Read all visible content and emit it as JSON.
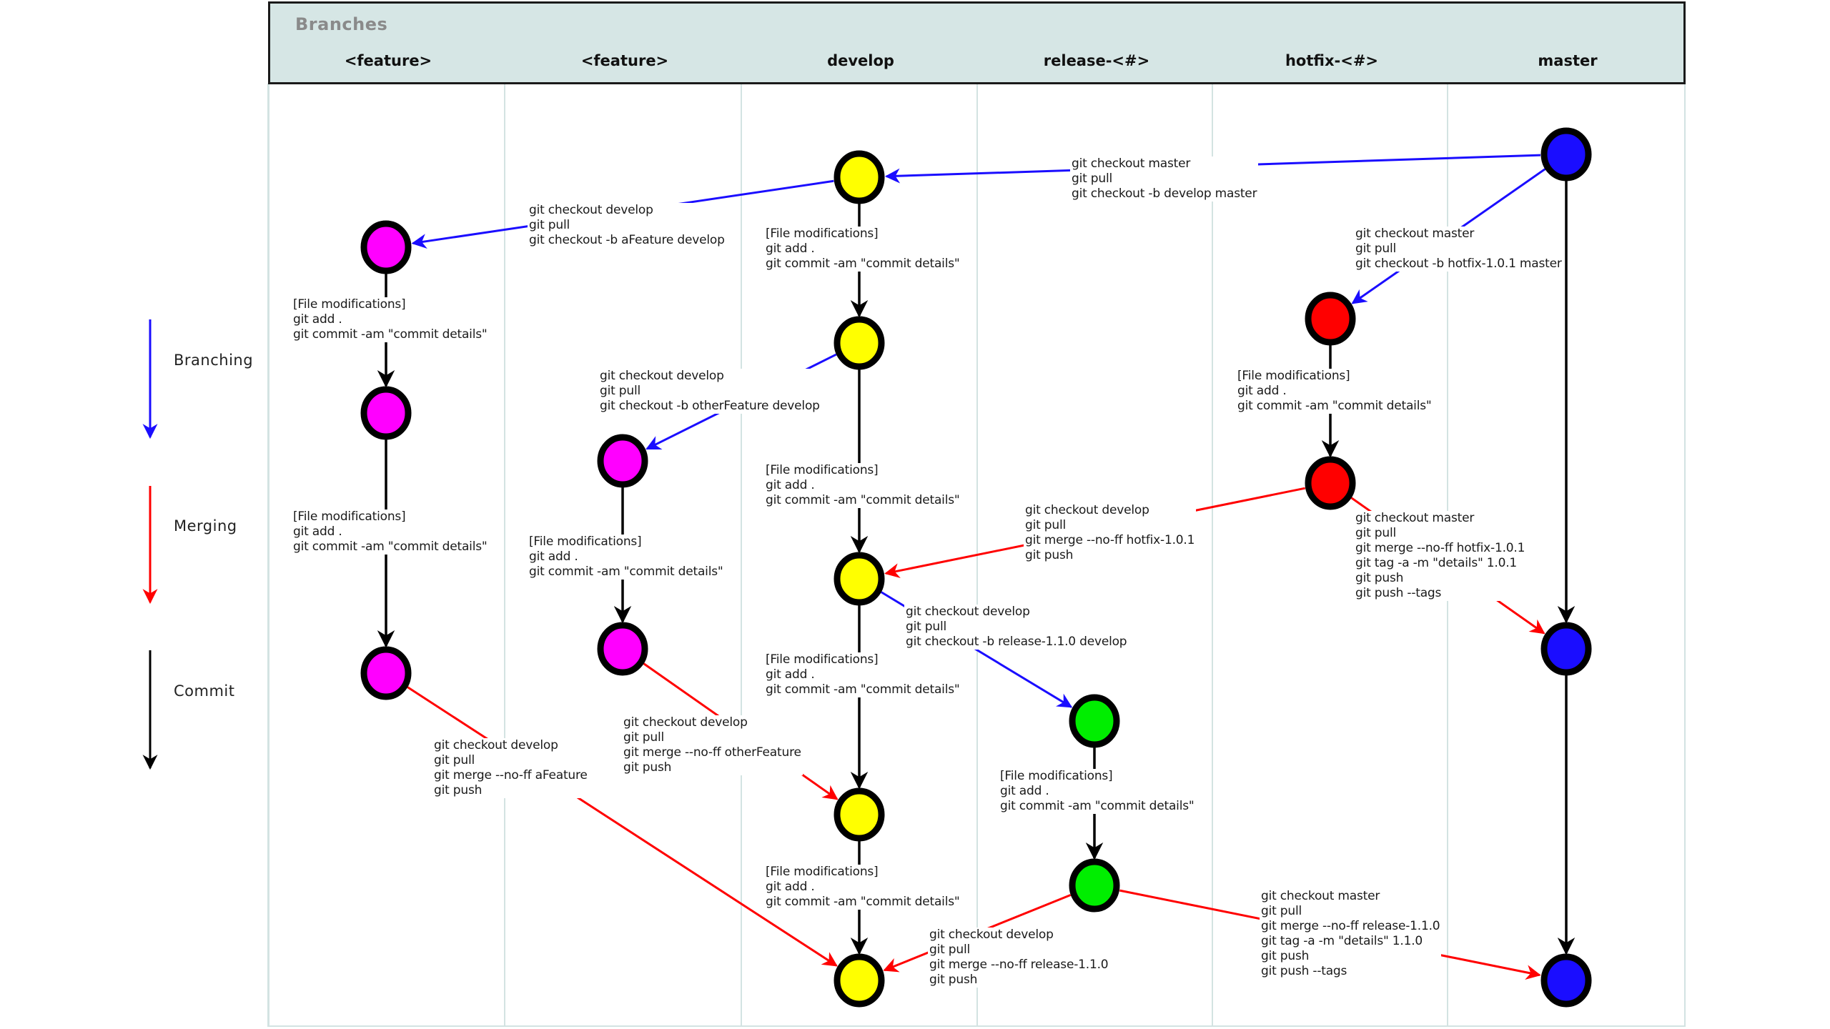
{
  "header": {
    "title": "Branches",
    "columns": [
      "<feature>",
      "<feature>",
      "develop",
      "release-<#>",
      "hotfix-<#>",
      "master"
    ]
  },
  "legend": [
    {
      "label": "Branching",
      "color": "#1a0dff"
    },
    {
      "label": "Merging",
      "color": "#ff0000"
    },
    {
      "label": "Commit",
      "color": "#000000"
    }
  ],
  "colors": {
    "feature": "#ff00ff",
    "develop": "#ffff00",
    "release": "#00ee00",
    "hotfix": "#ff0000",
    "master": "#1a0dff",
    "branching": "#1a0dff",
    "merging": "#ff0000",
    "commit": "#000000"
  },
  "nodes": [
    {
      "id": "m1",
      "branch": 5,
      "color": "master"
    },
    {
      "id": "d1",
      "branch": 2,
      "color": "develop"
    },
    {
      "id": "f1",
      "branch": 0,
      "color": "feature"
    },
    {
      "id": "h1",
      "branch": 4,
      "color": "hotfix"
    },
    {
      "id": "d2",
      "branch": 2,
      "color": "develop"
    },
    {
      "id": "f2",
      "branch": 0,
      "color": "feature"
    },
    {
      "id": "g1",
      "branch": 1,
      "color": "feature"
    },
    {
      "id": "h2",
      "branch": 4,
      "color": "hotfix"
    },
    {
      "id": "d3",
      "branch": 2,
      "color": "develop"
    },
    {
      "id": "f3",
      "branch": 0,
      "color": "feature"
    },
    {
      "id": "g2",
      "branch": 1,
      "color": "feature"
    },
    {
      "id": "m2",
      "branch": 5,
      "color": "master"
    },
    {
      "id": "r1",
      "branch": 3,
      "color": "release"
    },
    {
      "id": "d4",
      "branch": 2,
      "color": "develop"
    },
    {
      "id": "r2",
      "branch": 3,
      "color": "release"
    },
    {
      "id": "d5",
      "branch": 2,
      "color": "develop"
    },
    {
      "id": "m3",
      "branch": 5,
      "color": "master"
    }
  ],
  "edges": [
    {
      "from": "m1",
      "to": "d1",
      "type": "branching",
      "note": "n_develop_branch"
    },
    {
      "from": "d1",
      "to": "f1",
      "type": "branching",
      "note": "n_afeature_branch"
    },
    {
      "from": "m1",
      "to": "h1",
      "type": "branching",
      "note": "n_hotfix_branch"
    },
    {
      "from": "d2",
      "to": "g1",
      "type": "branching",
      "note": "n_otherfeature_branch"
    },
    {
      "from": "d3",
      "to": "r1",
      "type": "branching",
      "note": "n_release_branch"
    },
    {
      "from": "h2",
      "to": "d3",
      "type": "merging",
      "note": "n_hotfix_merge_develop"
    },
    {
      "from": "h2",
      "to": "m2",
      "type": "merging",
      "note": "n_hotfix_merge_master"
    },
    {
      "from": "g2",
      "to": "d4",
      "type": "merging",
      "note": "n_otherfeature_merge"
    },
    {
      "from": "f3",
      "to": "d5",
      "type": "merging",
      "note": "n_afeature_merge"
    },
    {
      "from": "r2",
      "to": "d5",
      "type": "merging",
      "note": "n_release_merge_develop"
    },
    {
      "from": "r2",
      "to": "m3",
      "type": "merging",
      "note": "n_release_merge_master"
    },
    {
      "from": "f1",
      "to": "f2",
      "type": "commit",
      "note": "n_f_commit1"
    },
    {
      "from": "f2",
      "to": "f3",
      "type": "commit",
      "note": "n_f_commit2"
    },
    {
      "from": "g1",
      "to": "g2",
      "type": "commit",
      "note": "n_g_commit1"
    },
    {
      "from": "d1",
      "to": "d2",
      "type": "commit",
      "note": "n_d_commit1"
    },
    {
      "from": "d2",
      "to": "d3",
      "type": "commit",
      "note": "n_d_commit2"
    },
    {
      "from": "d3",
      "to": "d4",
      "type": "commit",
      "note": "n_d_commit3"
    },
    {
      "from": "d4",
      "to": "d5",
      "type": "commit",
      "note": "n_d_commit4"
    },
    {
      "from": "r1",
      "to": "r2",
      "type": "commit",
      "note": "n_r_commit1"
    },
    {
      "from": "h1",
      "to": "h2",
      "type": "commit",
      "note": "n_h_commit1"
    },
    {
      "from": "m1",
      "to": "m2",
      "type": "commit",
      "note": null
    },
    {
      "from": "m2",
      "to": "m3",
      "type": "commit",
      "note": null
    }
  ],
  "notes": {
    "n_develop_branch": [
      "git checkout master",
      "git pull",
      "git checkout -b develop master"
    ],
    "n_afeature_branch": [
      "git checkout develop",
      "git pull",
      "git checkout -b aFeature develop"
    ],
    "n_hotfix_branch": [
      "git checkout master",
      "git pull",
      "git checkout -b hotfix-1.0.1 master"
    ],
    "n_otherfeature_branch": [
      "git checkout develop",
      "git pull",
      "git checkout -b otherFeature develop"
    ],
    "n_release_branch": [
      "git checkout develop",
      "git pull",
      "git checkout -b release-1.1.0 develop"
    ],
    "n_hotfix_merge_develop": [
      "git checkout develop",
      "git pull",
      "git merge --no-ff hotfix-1.0.1",
      "git push"
    ],
    "n_hotfix_merge_master": [
      "git checkout master",
      "git pull",
      "git merge --no-ff hotfix-1.0.1",
      "git tag -a -m \"details\" 1.0.1",
      "git push",
      "git push --tags"
    ],
    "n_otherfeature_merge": [
      "git checkout develop",
      "git pull",
      "git merge --no-ff otherFeature",
      "git push"
    ],
    "n_afeature_merge": [
      "git checkout develop",
      "git pull",
      "git merge --no-ff aFeature",
      "git push"
    ],
    "n_release_merge_develop": [
      "git checkout develop",
      "git pull",
      "git merge --no-ff release-1.1.0",
      "git push"
    ],
    "n_release_merge_master": [
      "git checkout master",
      "git pull",
      "git merge --no-ff release-1.1.0",
      "git tag -a -m \"details\" 1.1.0",
      "git push",
      "git push --tags"
    ],
    "n_f_commit1": [
      "[File modifications]",
      "git add .",
      "git commit -am \"commit details\""
    ],
    "n_f_commit2": [
      "[File modifications]",
      "git add .",
      "git commit -am \"commit details\""
    ],
    "n_g_commit1": [
      "[File modifications]",
      "git add .",
      "git commit -am \"commit details\""
    ],
    "n_d_commit1": [
      "[File modifications]",
      "git add .",
      "git commit -am \"commit details\""
    ],
    "n_d_commit2": [
      "[File modifications]",
      "git add .",
      "git commit -am \"commit details\""
    ],
    "n_d_commit3": [
      "[File modifications]",
      "git add .",
      "git commit -am \"commit details\""
    ],
    "n_d_commit4": [
      "[File modifications]",
      "git add .",
      "git commit -am \"commit details\""
    ],
    "n_r_commit1": [
      "[File modifications]",
      "git add .",
      "git commit -am \"commit details\""
    ],
    "n_h_commit1": [
      "[File modifications]",
      "git add .",
      "git commit -am \"commit details\""
    ]
  }
}
